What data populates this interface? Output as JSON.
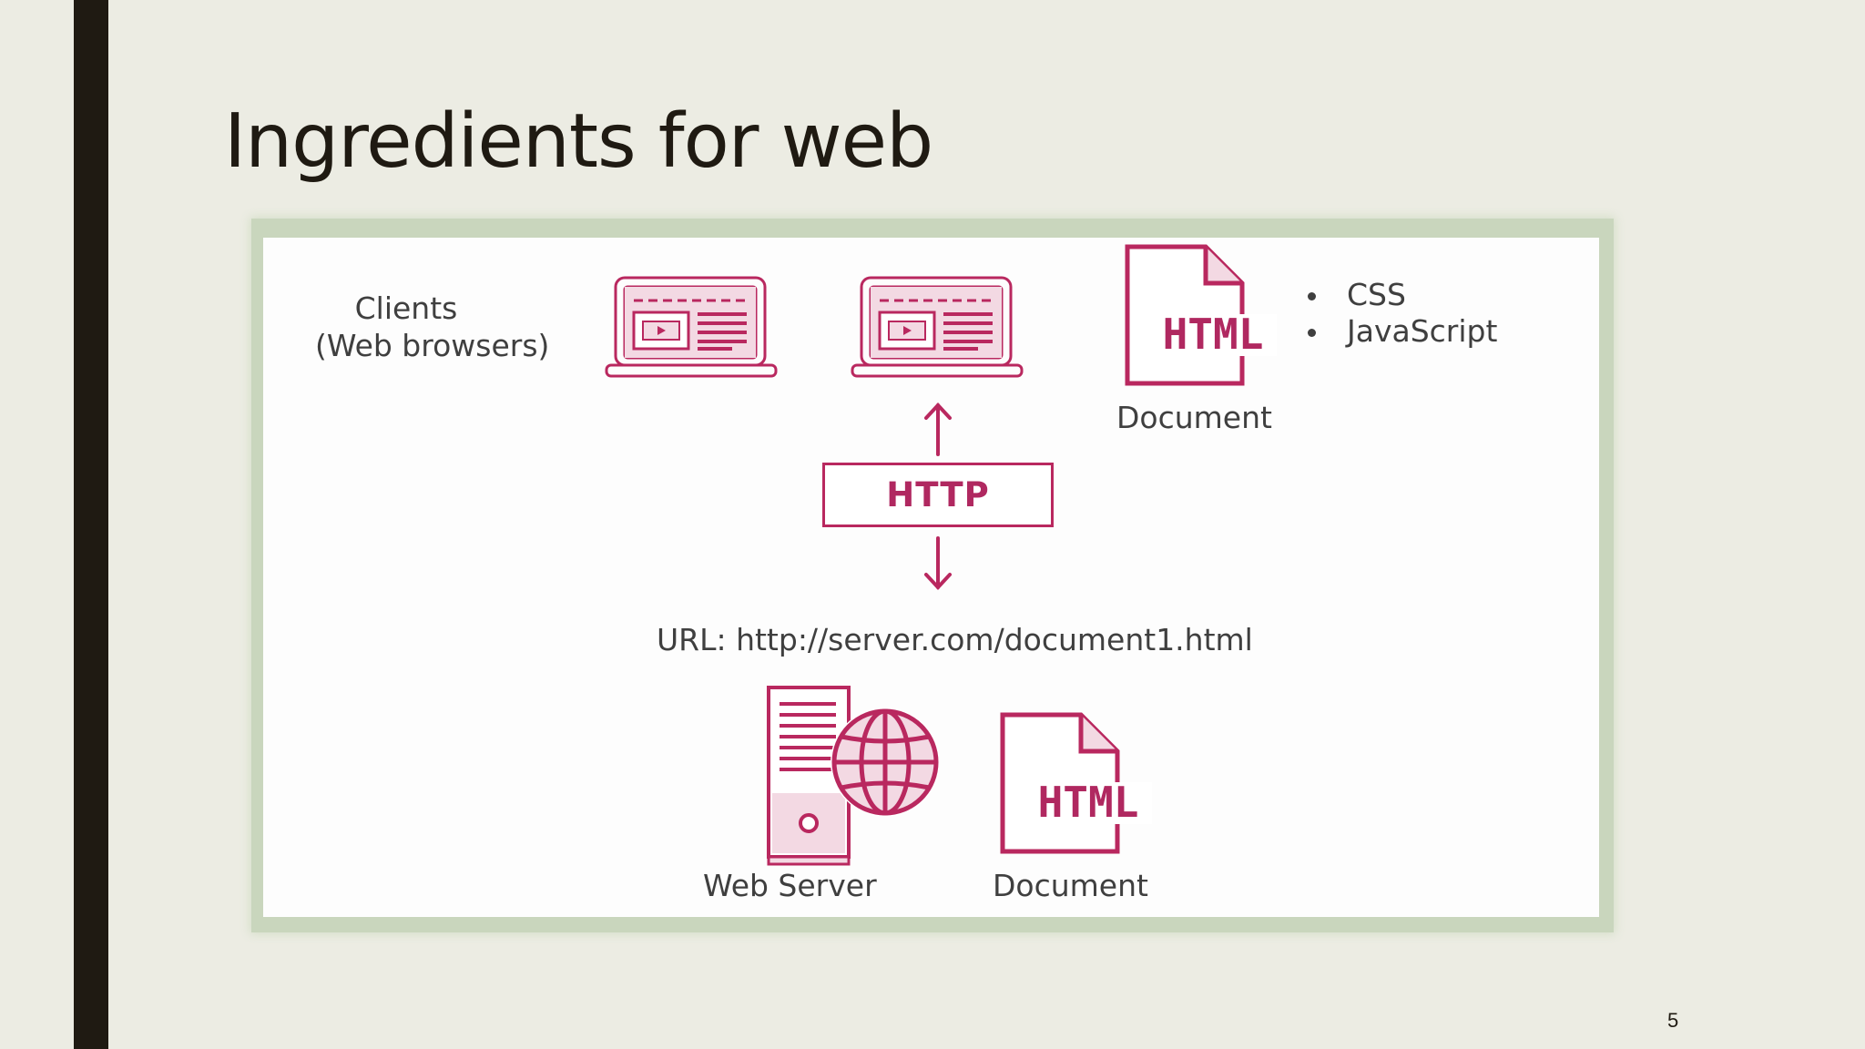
{
  "slide": {
    "title": "Ingredients for web",
    "page_number": "5"
  },
  "diagram": {
    "accent_color": "#b9285f",
    "clients_label_line1": "Clients",
    "clients_label_line2": "(Web browsers)",
    "client_icon": "laptop-browser-icon",
    "document_icon": "html-file-icon",
    "html_icon_text": "HTML",
    "document_label_top": "Document",
    "document_extras": [
      "CSS",
      "JavaScript"
    ],
    "protocol_label": "HTTP",
    "url_text": "URL: http://server.com/document1.html",
    "server_icon": "web-server-globe-icon",
    "server_label": "Web Server",
    "document_label_bottom": "Document"
  }
}
